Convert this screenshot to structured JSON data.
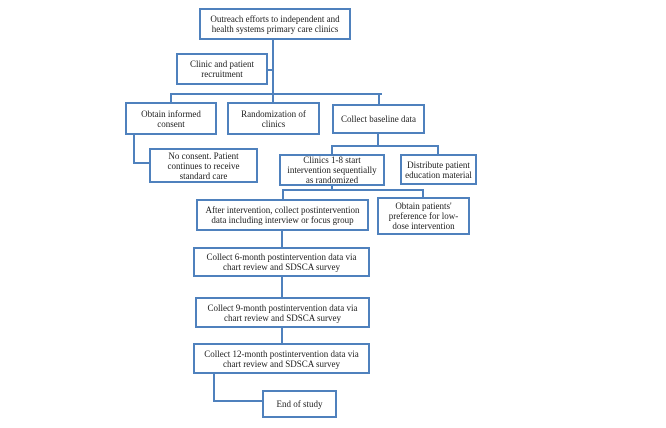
{
  "colors": {
    "box_border": "#4f81bd",
    "connector": "#4f81bd",
    "text": "#1c1c1c",
    "background": "#ffffff"
  },
  "nodes": [
    {
      "id": "outreach",
      "label": "Outreach efforts to independent and health systems primary care clinics"
    },
    {
      "id": "recruitment",
      "label": "Clinic and patient recruitment"
    },
    {
      "id": "consent",
      "label": "Obtain informed consent"
    },
    {
      "id": "randomization",
      "label": "Randomization of clinics"
    },
    {
      "id": "baseline",
      "label": "Collect baseline data"
    },
    {
      "id": "no-consent",
      "label": "No consent. Patient continues to receive standard care"
    },
    {
      "id": "clinics-1-8",
      "label": "Clinics 1-8 start intervention sequentially as randomized"
    },
    {
      "id": "distribute",
      "label": "Distribute patient education material"
    },
    {
      "id": "after-intervention",
      "label": "After intervention, collect postintervention data including interview or focus group"
    },
    {
      "id": "obtain-preference",
      "label": "Obtain patients' preference for low-dose intervention"
    },
    {
      "id": "six-month",
      "label": "Collect 6-month postintervention data via chart review and SDSCA survey"
    },
    {
      "id": "nine-month",
      "label": "Collect 9-month postintervention data via chart review and SDSCA survey"
    },
    {
      "id": "twelve-month",
      "label": "Collect 12-month postintervention data via chart review and SDSCA survey"
    },
    {
      "id": "end-of-study",
      "label": "End of study"
    }
  ]
}
